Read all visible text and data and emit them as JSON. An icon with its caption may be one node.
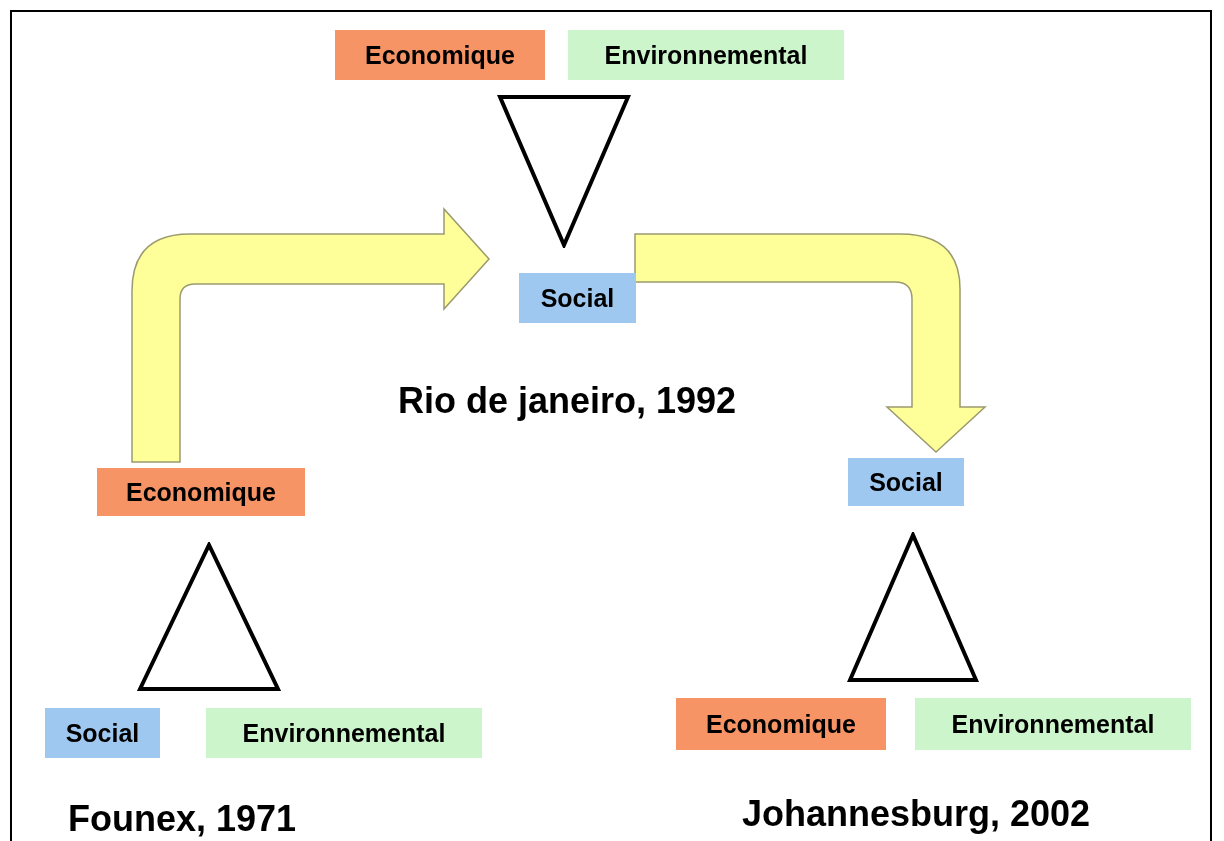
{
  "diagram": {
    "nodes": [
      {
        "text": [
          "Economique"
        ]
      },
      {
        "text": [
          "Environnemental"
        ]
      },
      {
        "text": [],
        "shape": "triangle"
      },
      {
        "text": [
          "Social"
        ]
      },
      {
        "text": [
          "Economique"
        ]
      },
      {
        "text": [],
        "shape": "triangle"
      },
      {
        "text": [
          "Social"
        ]
      },
      {
        "text": [
          "Environnemental"
        ]
      },
      {
        "text": [
          "Social"
        ]
      },
      {
        "text": [],
        "shape": "triangle"
      },
      {
        "text": [
          "Economique"
        ]
      },
      {
        "text": [
          "Environnemental"
        ]
      }
    ],
    "edges": [
      {
        "from": 4,
        "to": 2,
        "arrow": "to"
      },
      {
        "from": 2,
        "to": 8,
        "arrow": "to"
      }
    ],
    "labels": [
      "Rio de janeiro, 1992",
      "Founex, 1971",
      "Johannesburg, 2002"
    ]
  }
}
